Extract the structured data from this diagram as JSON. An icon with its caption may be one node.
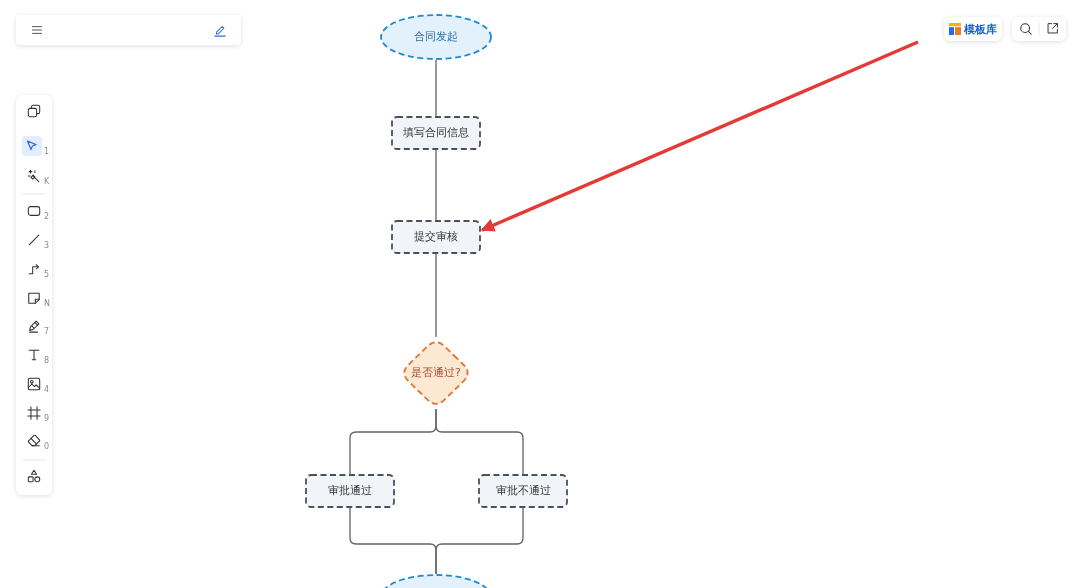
{
  "diagram": {
    "nodes": [
      {
        "text": [
          "合同发起"
        ]
      },
      {
        "text": [
          "填写合同信息"
        ]
      },
      {
        "text": [
          "提交审核"
        ]
      },
      {
        "text": [
          "是否通过?"
        ]
      },
      {
        "text": [
          "审批通过"
        ]
      },
      {
        "text": [
          "审批不通过"
        ]
      },
      {
        "text": [],
        "shape": "ellipse"
      }
    ],
    "edges": [
      {
        "from": 0,
        "to": 1,
        "arrow": "none"
      },
      {
        "from": 1,
        "to": 2,
        "arrow": "none"
      },
      {
        "from": 2,
        "to": 3,
        "arrow": "none"
      },
      {
        "from": 3,
        "to": 4,
        "arrow": "none"
      },
      {
        "from": 3,
        "to": 5,
        "arrow": "none"
      },
      {
        "from": 4,
        "to": 6,
        "arrow": "none"
      },
      {
        "from": 5,
        "to": 6,
        "arrow": "none"
      },
      {
        "from": null,
        "to": 2,
        "arrow": "to",
        "style": "thick",
        "color": "#e53935"
      }
    ],
    "labels": [
      "模板库",
      "1",
      "K",
      "2",
      "3",
      "5",
      "N",
      "7",
      "8",
      "4",
      "9",
      "0"
    ]
  }
}
